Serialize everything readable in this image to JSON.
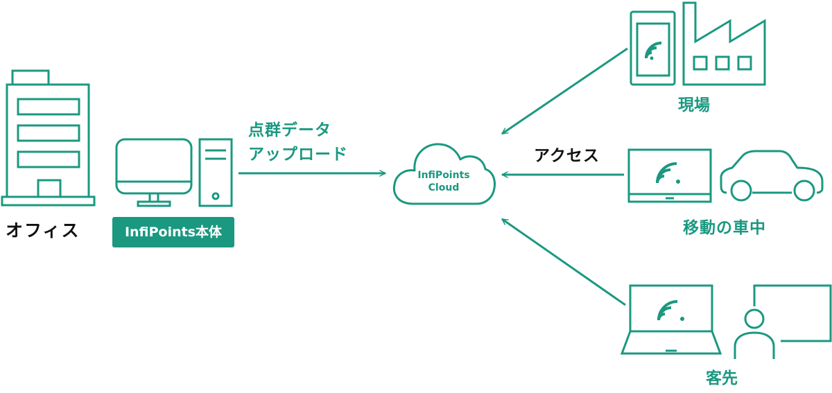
{
  "colors": {
    "accent": "#1a9880",
    "text": "#111111",
    "background": "#ffffff"
  },
  "office": {
    "label": "オフィス",
    "icon": "office-building-icon"
  },
  "infipoints": {
    "label": "InfiPoints本体",
    "icon": "desktop-pc-icon"
  },
  "upload": {
    "line1": "点群データ",
    "line2": "アップロード"
  },
  "cloud": {
    "line1": "InfiPoints",
    "line2": "Cloud",
    "icon": "cloud-icon"
  },
  "access": {
    "label": "アクセス"
  },
  "site": {
    "label": "現場",
    "icons": [
      "smartphone-wifi-icon",
      "factory-icon"
    ]
  },
  "moving": {
    "label": "移動の車中",
    "icons": [
      "tablet-wifi-icon",
      "car-icon"
    ]
  },
  "client": {
    "label": "客先",
    "icons": [
      "laptop-wifi-icon",
      "presenter-icon"
    ]
  }
}
